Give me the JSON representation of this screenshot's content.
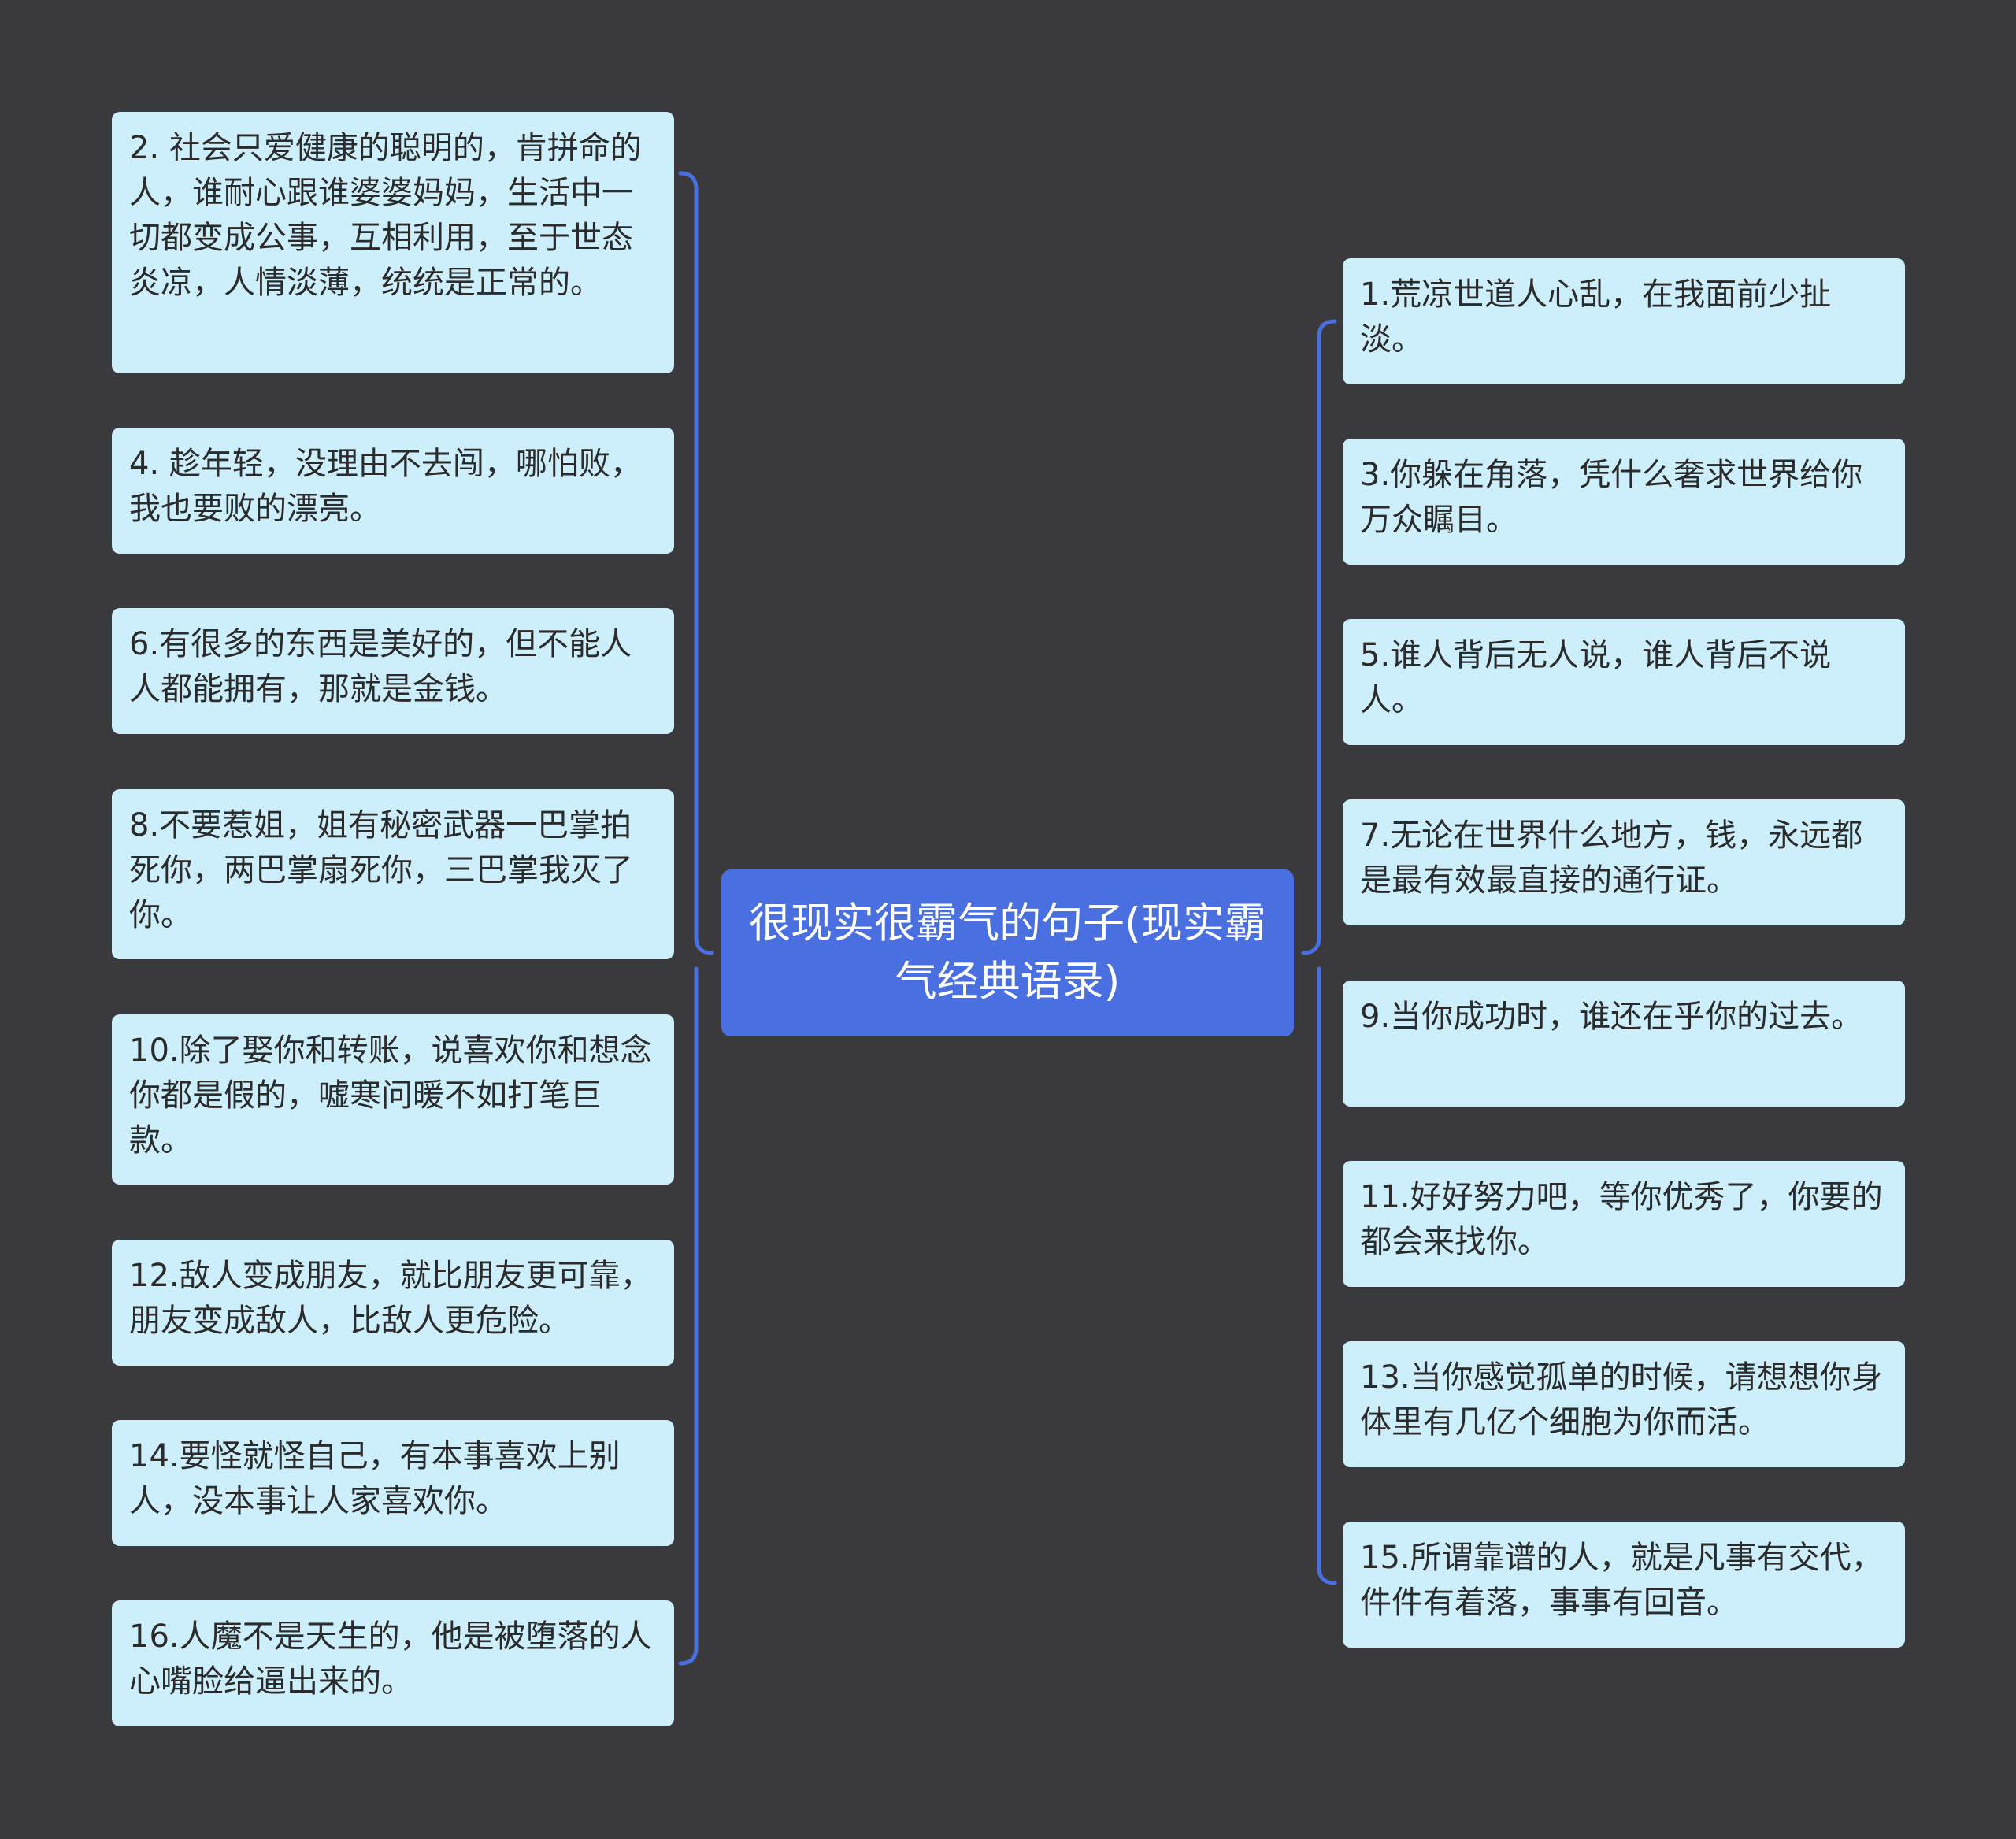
{
  "central_topic": "很现实很霸气的句子(现实霸气经典语录)",
  "left_branches": [
    "2. 社会只爱健康的聪明的，肯拼命的人，谁耐心跟谁婆婆妈妈，生活中一切都变成公事，互相利用，至于世态炎凉，人情淡薄，统统是正常的。",
    "4. 趁年轻，没理由不去闯，哪怕败，我也要败的漂亮。",
    "6.有很多的东西是美好的，但不能人人都能拥有，那就是金钱。",
    "8.不要惹姐，姐有秘密武器一巴掌拍死你，两巴掌扇死你，三巴掌我灭了你。",
    "10.除了娶你和转账，说喜欢你和想念你都是假的，嘘寒问暖不如打笔巨款。",
    "12.敌人变成朋友，就比朋友更可靠，朋友变成敌人，比敌人更危险。",
    "14.要怪就怪自己，有本事喜欢上别人，没本事让人家喜欢你。",
    "16.人魔不是天生的，他是被堕落的人心嘴脸给逼出来的。"
  ],
  "right_branches": [
    "1.荒凉世道人心乱，在我面前少扯淡。",
    "3.你躲在角落，凭什么奢求世界给你万众瞩目。",
    "5.谁人背后无人说，谁人背后不说人。",
    "7.无论在世界什么地方，钱，永远都是最有效最直接的通行证。",
    "9.当你成功时，谁还在乎你的过去。",
    "11.好好努力吧，等你优秀了，你要的都会来找你。",
    "13.当你感觉孤单的时候，请想想你身体里有几亿个细胞为你而活。",
    "15.所谓靠谱的人，就是凡事有交代，件件有着落，事事有回音。"
  ],
  "colors": {
    "background": "#3a393b",
    "central": "#4a6fe0",
    "branch_node": "#cdeefb",
    "connector": "#4a6fe0"
  }
}
